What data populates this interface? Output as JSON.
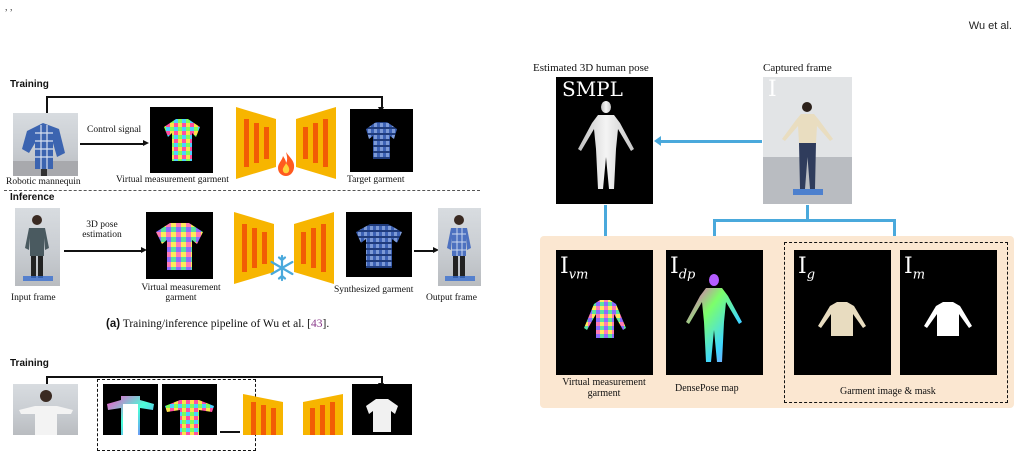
{
  "header": {
    "left_marks": ", ,",
    "right": "Wu et al."
  },
  "fig_a": {
    "training_label": "Training",
    "inference_label": "Inference",
    "training": {
      "robotic_mannequin": "Robotic mannequin",
      "control_signal": "Control signal",
      "virtual_measurement_garment": "Virtual measurement garment",
      "target_garment": "Target garment"
    },
    "inference": {
      "pose_estimation_line1": "3D pose",
      "pose_estimation_line2": "estimation",
      "input_frame": "Input frame",
      "vmg_line1": "Virtual measurement",
      "vmg_line2": "garment",
      "synthesized_garment": "Synthesized garment",
      "output_frame": "Output frame"
    },
    "caption_tag": "(a)",
    "caption_text": "Training/inference pipeline of Wu et al. [",
    "caption_ref": "43",
    "caption_end": "]."
  },
  "fig_b": {
    "training_label": "Training"
  },
  "right_figure": {
    "smpl_title": "Estimated 3D human pose",
    "smpl_symbol": "SMPL",
    "captured_title": "Captured frame",
    "captured_symbol": "I",
    "ivm_symbol": "I",
    "ivm_sub": "vm",
    "idp_symbol": "I",
    "idp_sub": "dp",
    "ig_symbol": "I",
    "ig_sub": "g",
    "im_symbol": "I",
    "im_sub": "m",
    "vmg_line1": "Virtual measurement",
    "vmg_line2": "garment",
    "densepose_label": "DensePose map",
    "garment_mask_label": "Garment image & mask"
  },
  "colors": {
    "panel_bg": "#fbe7d1",
    "arrow_blue": "#4aa9dc",
    "network_orange": "#f7b500",
    "network_red": "#f25c05"
  }
}
